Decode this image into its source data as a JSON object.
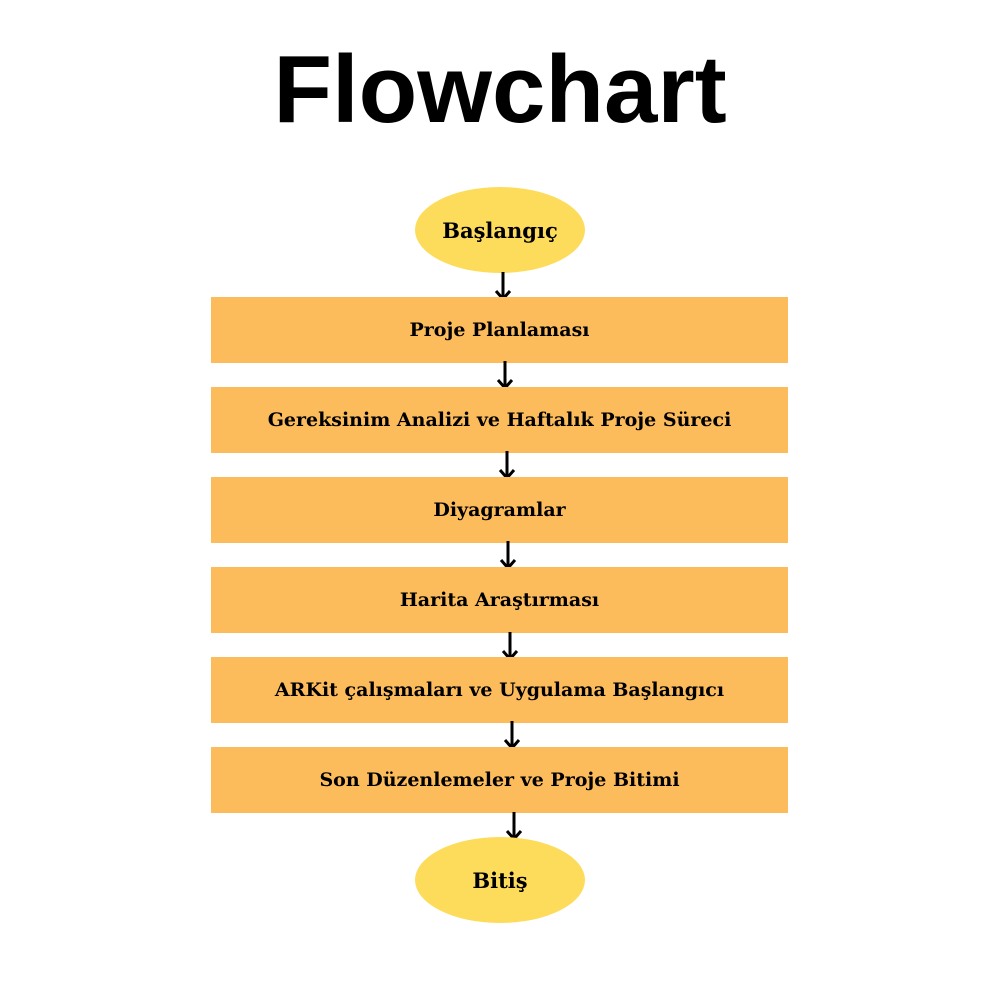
{
  "title": "Flowchart",
  "start": "Başlangıç",
  "steps": [
    "Proje Planlaması",
    "Gereksinim Analizi ve Haftalık Proje Süreci",
    "Diyagramlar",
    "Harita Araştırması",
    "ARKit çalışmaları ve Uygulama Başlangıcı",
    "Son Düzenlemeler ve Proje Bitimi"
  ],
  "end": "Bitiş",
  "colors": {
    "terminal": "#fedc5b",
    "step": "#fdbc5b",
    "arrow": "#000000"
  }
}
